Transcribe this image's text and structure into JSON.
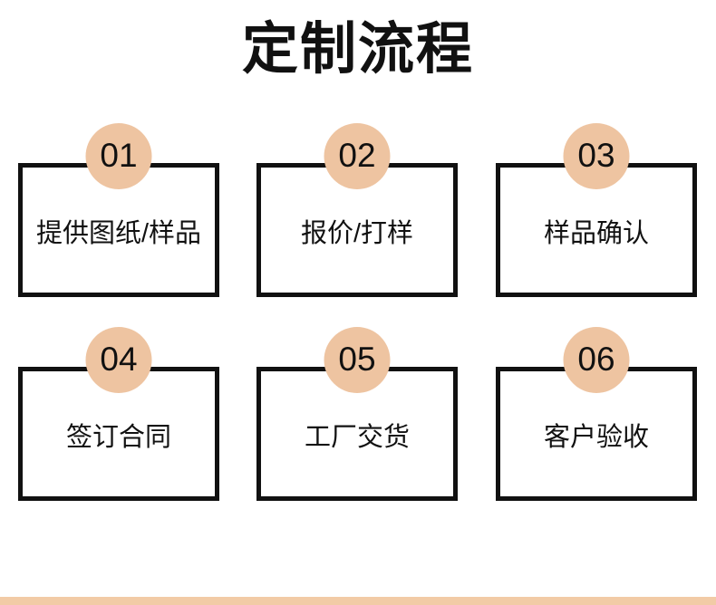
{
  "page": {
    "title": "定制流程",
    "background_color": "#ffffff",
    "accent_color": "#eec4a1",
    "bottom_bar_color": "#f2cba6",
    "border_color": "#111111",
    "text_color": "#111111"
  },
  "steps": [
    {
      "number": "01",
      "label": "提供图纸/样品"
    },
    {
      "number": "02",
      "label": "报价/打样"
    },
    {
      "number": "03",
      "label": "样品确认"
    },
    {
      "number": "04",
      "label": "签订合同"
    },
    {
      "number": "05",
      "label": "工厂交货"
    },
    {
      "number": "06",
      "label": "客户验收"
    }
  ]
}
